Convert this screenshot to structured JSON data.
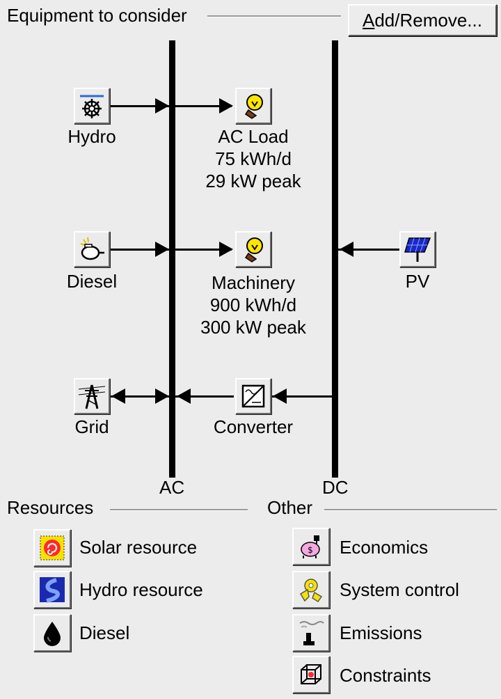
{
  "header": {
    "title": "Equipment to consider",
    "add_remove_first": "A",
    "add_remove_rest": "dd/Remove..."
  },
  "buses": {
    "ac_label": "AC",
    "dc_label": "DC"
  },
  "equipment": {
    "hydro": {
      "label": "Hydro"
    },
    "diesel": {
      "label": "Diesel"
    },
    "grid": {
      "label": "Grid"
    },
    "ac_load": {
      "label": "AC Load",
      "energy": "75 kWh/d",
      "peak": "29 kW peak"
    },
    "machinery": {
      "label": "Machinery",
      "energy": "900 kWh/d",
      "peak": "300 kW peak"
    },
    "converter": {
      "label": "Converter"
    },
    "pv": {
      "label": "PV"
    }
  },
  "resources": {
    "title": "Resources",
    "items": [
      {
        "label": "Solar resource",
        "icon": "solar-resource-icon"
      },
      {
        "label": "Hydro resource",
        "icon": "hydro-resource-icon"
      },
      {
        "label": "Diesel",
        "icon": "fuel-drop-icon"
      }
    ]
  },
  "other": {
    "title": "Other",
    "items": [
      {
        "label": "Economics",
        "icon": "piggy-bank-icon"
      },
      {
        "label": "System control",
        "icon": "system-control-icon"
      },
      {
        "label": "Emissions",
        "icon": "smokestack-icon"
      },
      {
        "label": "Constraints",
        "icon": "cube-icon"
      }
    ]
  },
  "colors": {
    "background": "#ececec",
    "bus": "#000000"
  }
}
